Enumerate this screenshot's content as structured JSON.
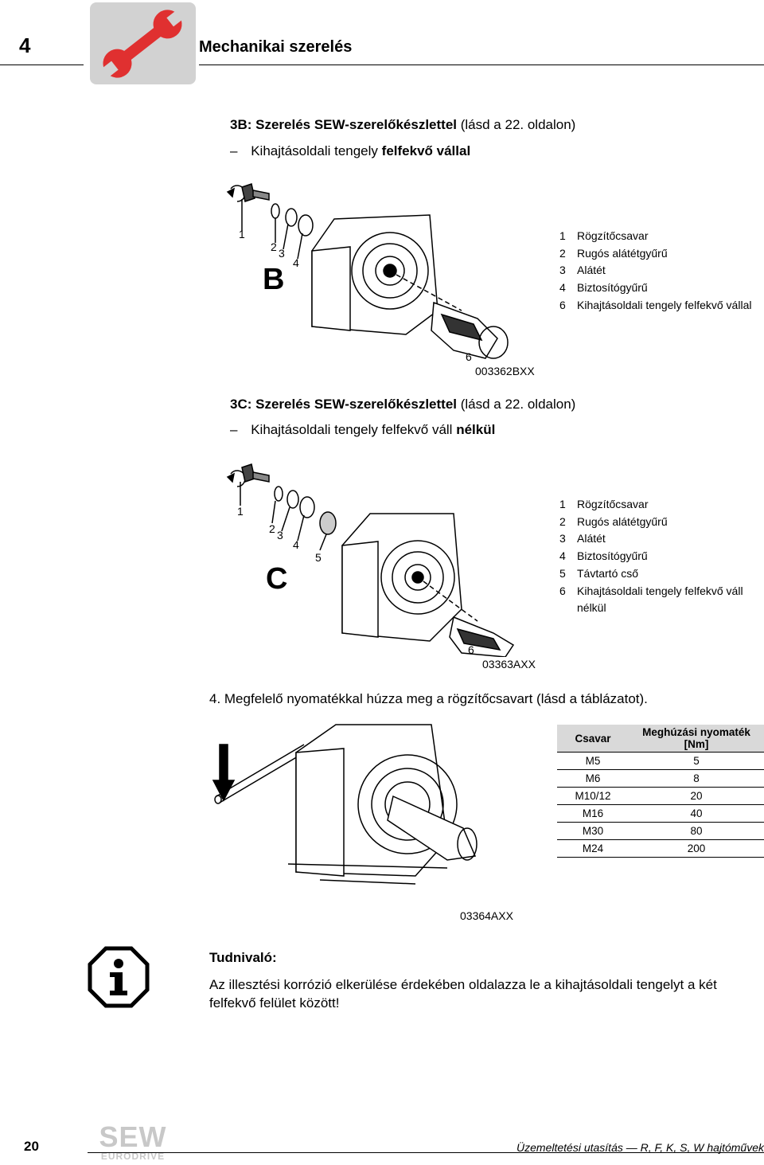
{
  "header": {
    "chapter": "4",
    "title": "Mechanikai szerelés",
    "icon": "wrench-icon"
  },
  "section_3b": {
    "heading_bold": "3B: Szerelés SEW-szerelőkészlettel",
    "heading_rest": " (lásd a 22. oldalon)",
    "dash": "–",
    "line_text": "Kihajtásoldali tengely ",
    "line_bold": "felfekvő vállal",
    "letter": "B",
    "legend": [
      {
        "n": "1",
        "label": "Rögzítőcsavar"
      },
      {
        "n": "2",
        "label": "Rugós alátétgyűrű"
      },
      {
        "n": "3",
        "label": "Alátét"
      },
      {
        "n": "4",
        "label": "Biztosítógyűrű"
      },
      {
        "n": "6",
        "label": "Kihajtásoldali tengely felfekvő vállal"
      }
    ],
    "figure_code": "003362BXX"
  },
  "section_3c": {
    "heading_bold": "3C: Szerelés SEW-szerelőkészlettel",
    "heading_rest": " (lásd a 22. oldalon)",
    "dash": "–",
    "line_text": "Kihajtásoldali tengely felfekvő váll ",
    "line_bold": "nélkül",
    "letter": "C",
    "legend": [
      {
        "n": "1",
        "label": "Rögzítőcsavar"
      },
      {
        "n": "2",
        "label": "Rugós alátétgyűrű"
      },
      {
        "n": "3",
        "label": "Alátét"
      },
      {
        "n": "4",
        "label": "Biztosítógyűrű"
      },
      {
        "n": "5",
        "label": "Távtartó cső"
      },
      {
        "n": "6",
        "label": "Kihajtásoldali tengely felfekvő váll"
      },
      {
        "n": "",
        "label": "nélkül"
      }
    ],
    "figure_code": "03363AXX"
  },
  "step4": {
    "text": "4. Megfelelő nyomatékkal húzza meg a rögzítőcsavart (lásd a táblázatot).",
    "figure_code": "03364AXX",
    "table": {
      "headers": [
        "Csavar",
        "Meghúzási nyomaték [Nm]"
      ],
      "rows": [
        [
          "M5",
          "5"
        ],
        [
          "M6",
          "8"
        ],
        [
          "M10/12",
          "20"
        ],
        [
          "M16",
          "40"
        ],
        [
          "M30",
          "80"
        ],
        [
          "M24",
          "200"
        ]
      ]
    }
  },
  "note": {
    "icon": "info-icon",
    "title": "Tudnivaló:",
    "text": "Az illesztési korrózió elkerülése érdekében oldalazza le a kihajtásoldali tengelyt a két felfekvő felület között!"
  },
  "footer": {
    "page": "20",
    "logo_top": "SEW",
    "logo_bottom": "EURODRIVE",
    "doc_title_prefix": "Üzemeltetési utasítás",
    "doc_title_dash": " — ",
    "doc_title_suffix": "R, F, K, S, W hajtóművek"
  }
}
